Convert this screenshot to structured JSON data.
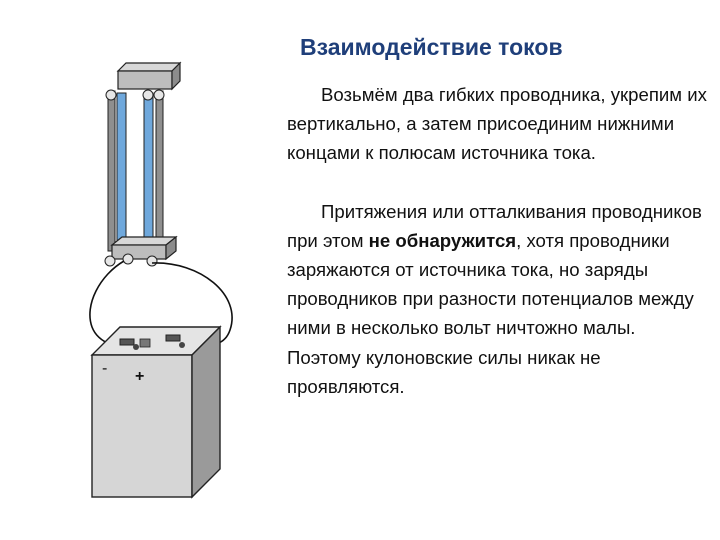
{
  "slide": {
    "title": "Взаимодействие токов",
    "paragraph1": "Возьмём два гибких проводника, укрепим их вертикально, а затем присоединим нижними концами к полюсам источника тока.",
    "paragraph2": {
      "before": "Притяжения или отталкивания проводников при этом ",
      "emphasis": "не обнаружится",
      "after": ", хотя проводники заряжаются от источника тока, но заряды проводников при разности потенциалов между ними в несколько вольт ничтожно малы. Поэтому кулоновские силы никак не проявляются."
    }
  },
  "figure": {
    "battery_minus": "-",
    "battery_plus": "+",
    "conductor_color": "#6fa8dc",
    "frame_color": "#9a9a9a"
  }
}
